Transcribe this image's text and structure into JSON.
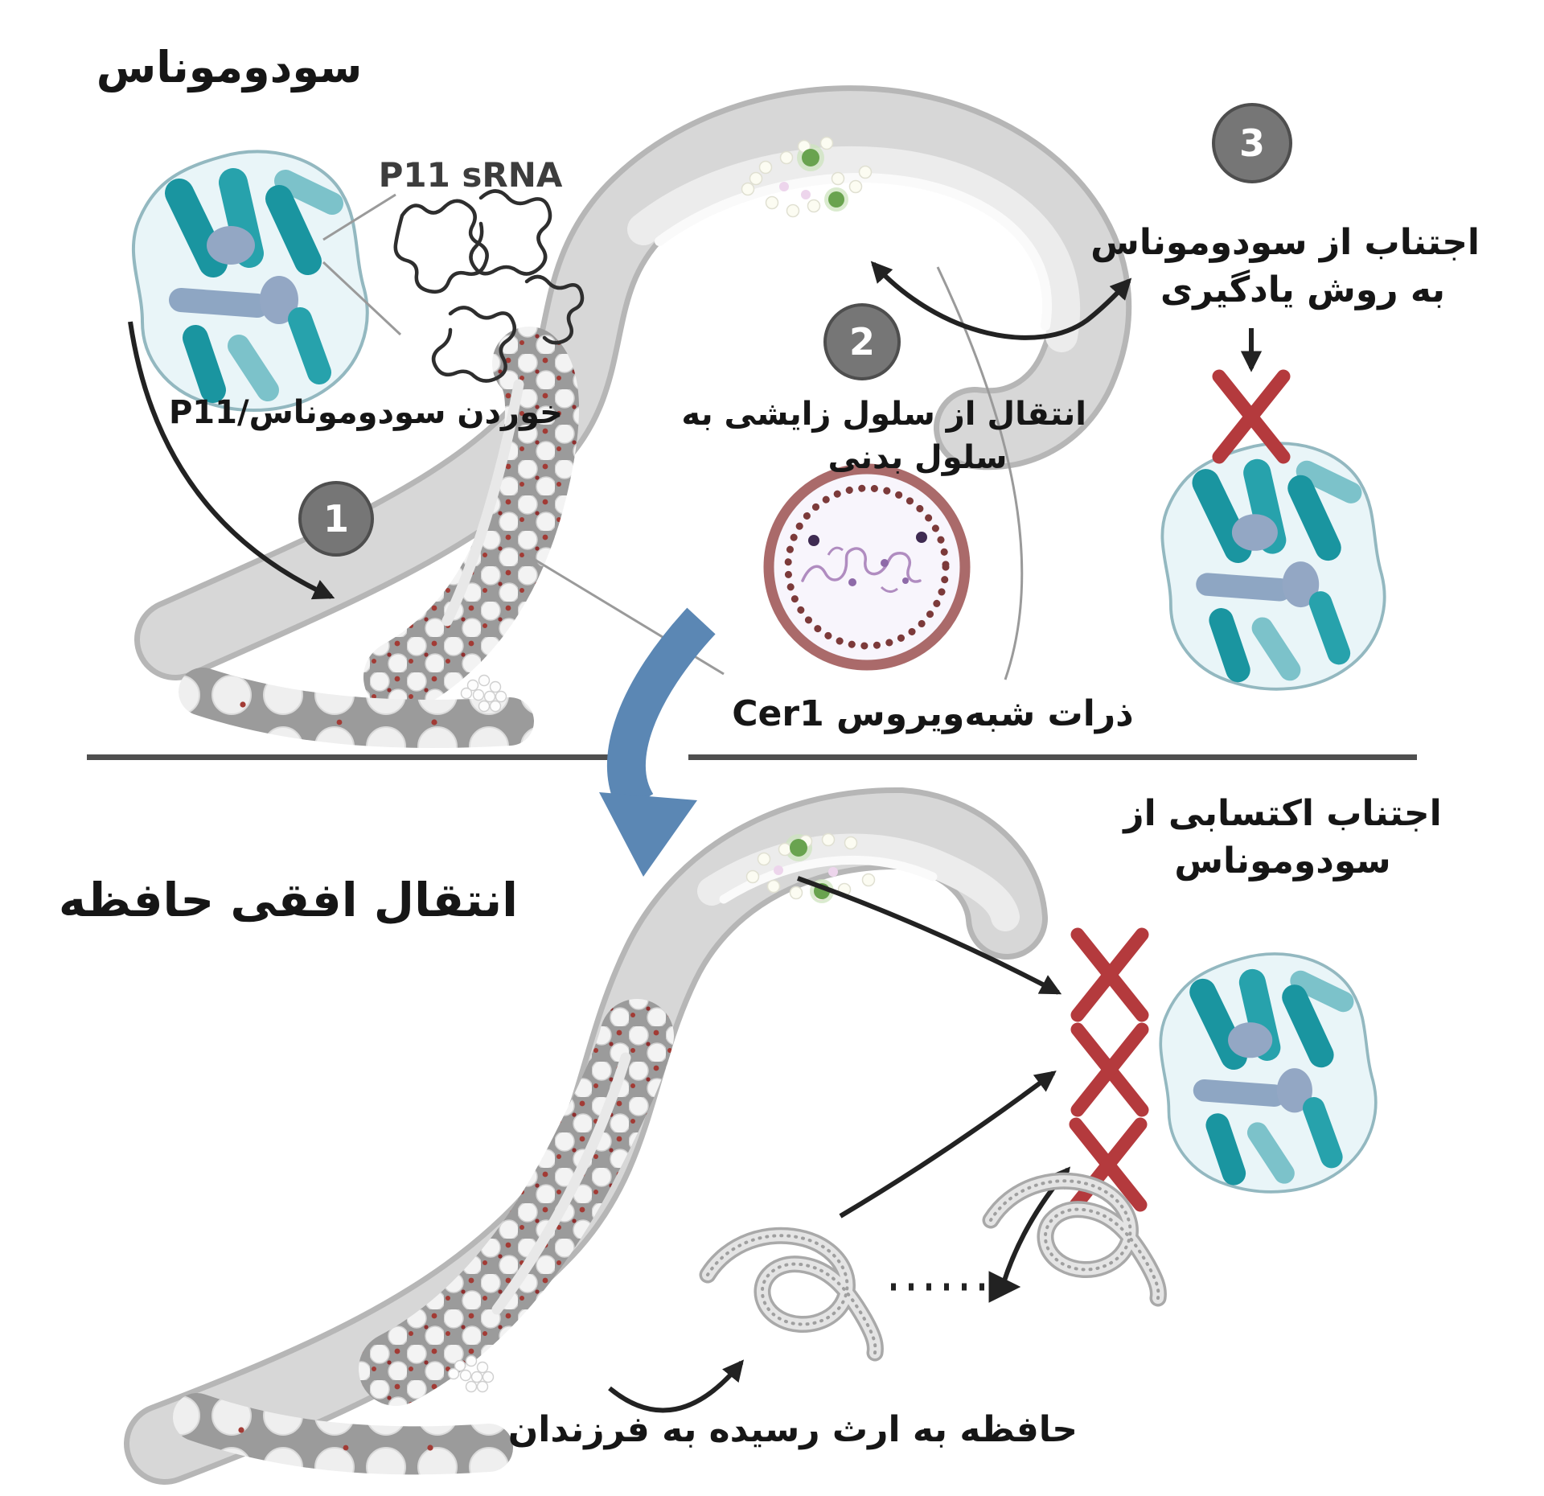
{
  "figure": {
    "type": "scientific-diagram",
    "topic": "Transgenerational inheritance of learned pathogen avoidance in C. elegans via Cer1 virus-like particles"
  },
  "colors": {
    "accent_blue": "#5b87b4",
    "x_red": "#b43a3d",
    "step_circle_gray": "#767676",
    "teal_dark": "#1a95a0",
    "teal_mid": "#27a2ac",
    "teal_light": "#7cc2ca",
    "gray_blue": "#8ea6c3",
    "worm_body": "#d7d7d7",
    "worm_outline": "#b6b6b6",
    "gonad_gray": "#9b9b9b",
    "virus_ring": "#aa6a6a",
    "virus_dot": "#7c3a3a"
  },
  "section_top": {
    "pseudomonas_label": "سودوموناس",
    "p11_srna_label": "P11 sRNA",
    "step1": {
      "number": "1",
      "label": "خوردن سودوموناس/P11"
    },
    "step2": {
      "number": "2",
      "label_line1": "انتقال از سلول زایشی به",
      "label_line2": "سلول بدنی"
    },
    "step3": {
      "number": "3",
      "label_line1": "اجتناب از سودوموناس",
      "label_line2": "به روش یادگیری"
    },
    "cer1_label": "ذرات شبه‌ویروس Cer1"
  },
  "section_bottom": {
    "horizontal_transfer_label": "انتقال افقی حافظه",
    "acquired_avoidance_line1": "اجتناب اکتسابی از",
    "acquired_avoidance_line2": "سودوموناس",
    "inherited_memory_label": "حافظه به ارث رسیده به فرزندان"
  }
}
